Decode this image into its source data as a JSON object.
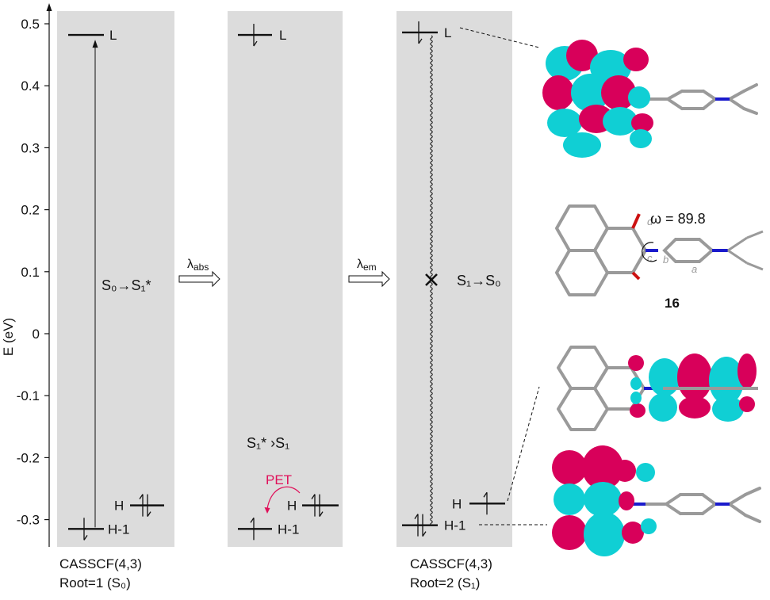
{
  "axis": {
    "label": "E (eV)",
    "ticks": [
      "0.5",
      "0.4",
      "0.3",
      "0.2",
      "0.1",
      "0",
      "-0.1",
      "-0.2",
      "-0.3"
    ],
    "tick_values": [
      0.5,
      0.4,
      0.3,
      0.2,
      0.1,
      0,
      -0.1,
      -0.2,
      -0.3
    ]
  },
  "panels": {
    "left": {
      "transition": "S₀→S₁*",
      "caption_line1": "CASSCF(4,3)",
      "caption_line2": "Root=1 (S₀)",
      "levels": [
        {
          "label": "L",
          "energy": 0.482
        },
        {
          "label": "H",
          "energy": -0.277
        },
        {
          "label": "H-1",
          "energy": -0.315
        }
      ]
    },
    "middle": {
      "relaxation": "S₁* ›S₁",
      "pet": "PET",
      "levels": [
        {
          "label": "L",
          "energy": 0.482
        },
        {
          "label": "H",
          "energy": -0.277
        },
        {
          "label": "H-1",
          "energy": -0.315
        }
      ]
    },
    "right": {
      "transition": "S₁→S₀",
      "caption_line1": "CASSCF(4,3)",
      "caption_line2": "Root=2 (S₁)",
      "levels": [
        {
          "label": "L",
          "energy": 0.486
        },
        {
          "label": "H",
          "energy": -0.274
        },
        {
          "label": "H-1",
          "energy": -0.309
        }
      ]
    }
  },
  "arrows": {
    "abs": {
      "symbol": "λ",
      "subscript": "abs"
    },
    "em": {
      "symbol": "λ",
      "subscript": "em"
    }
  },
  "molecule": {
    "compound_number": "16",
    "dihedral": "ω = 89.8",
    "atom_labels": [
      "d",
      "c",
      "b",
      "a"
    ]
  },
  "colors": {
    "panel_bg": "#dcdcdc",
    "orbital_pos": "#d8005a",
    "orbital_neg": "#10cfd4",
    "pet": "#e0105a",
    "nitrogen": "#1a1acc",
    "oxygen": "#cc1111"
  }
}
